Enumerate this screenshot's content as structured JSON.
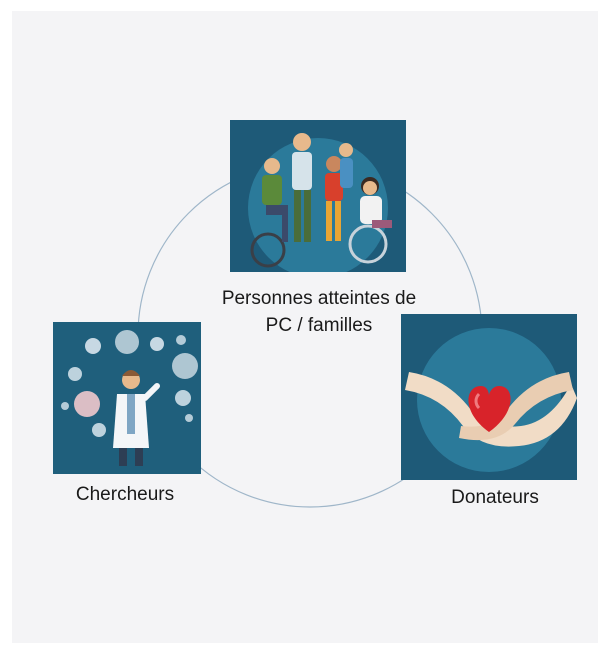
{
  "diagram": {
    "type": "cycle",
    "nodes": [
      {
        "id": "patients",
        "label_line1": "Personnes atteintes de",
        "label_line2": "PC / familles",
        "image_icon": "family-with-wheelchair-icon"
      },
      {
        "id": "researchers",
        "label": "Chercheurs",
        "image_icon": "scientist-with-molecules-icon"
      },
      {
        "id": "donors",
        "label": "Donateurs",
        "image_icon": "hands-holding-heart-icon"
      }
    ]
  },
  "colors": {
    "background": "#f4f4f6",
    "ring": "#9fb6c9",
    "image_bg": "#1f5f7c",
    "image_disc": "#2b7a9a",
    "heart": "#d8232a"
  }
}
